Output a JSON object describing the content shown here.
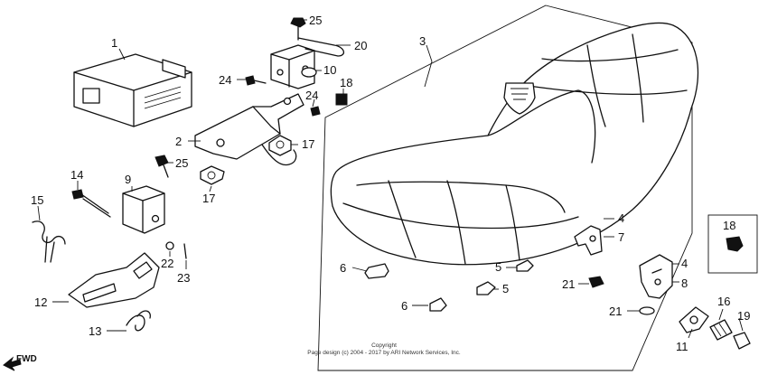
{
  "callouts": [
    {
      "id": "c1",
      "label": "1"
    },
    {
      "id": "c2",
      "label": "2"
    },
    {
      "id": "c3",
      "label": "3"
    },
    {
      "id": "c4a",
      "label": "4"
    },
    {
      "id": "c4b",
      "label": "4"
    },
    {
      "id": "c5a",
      "label": "5"
    },
    {
      "id": "c5b",
      "label": "5"
    },
    {
      "id": "c6a",
      "label": "6"
    },
    {
      "id": "c6b",
      "label": "6"
    },
    {
      "id": "c7",
      "label": "7"
    },
    {
      "id": "c8",
      "label": "8"
    },
    {
      "id": "c9",
      "label": "9"
    },
    {
      "id": "c10",
      "label": "10"
    },
    {
      "id": "c11",
      "label": "11"
    },
    {
      "id": "c12",
      "label": "12"
    },
    {
      "id": "c13",
      "label": "13"
    },
    {
      "id": "c14",
      "label": "14"
    },
    {
      "id": "c15",
      "label": "15"
    },
    {
      "id": "c16",
      "label": "16"
    },
    {
      "id": "c17a",
      "label": "17"
    },
    {
      "id": "c17b",
      "label": "17"
    },
    {
      "id": "c18a",
      "label": "18"
    },
    {
      "id": "c18b",
      "label": "18"
    },
    {
      "id": "c19",
      "label": "19"
    },
    {
      "id": "c20",
      "label": "20"
    },
    {
      "id": "c21a",
      "label": "21"
    },
    {
      "id": "c21b",
      "label": "21"
    },
    {
      "id": "c22",
      "label": "22"
    },
    {
      "id": "c23",
      "label": "23"
    },
    {
      "id": "c24a",
      "label": "24"
    },
    {
      "id": "c24b",
      "label": "24"
    },
    {
      "id": "c25a",
      "label": "25"
    },
    {
      "id": "c25b",
      "label": "25"
    }
  ],
  "direction_label": "FWD",
  "copyright_line1": "Copyright",
  "copyright_line2": "Page design (c) 2004 - 2017 by ARI Network Services, Inc."
}
